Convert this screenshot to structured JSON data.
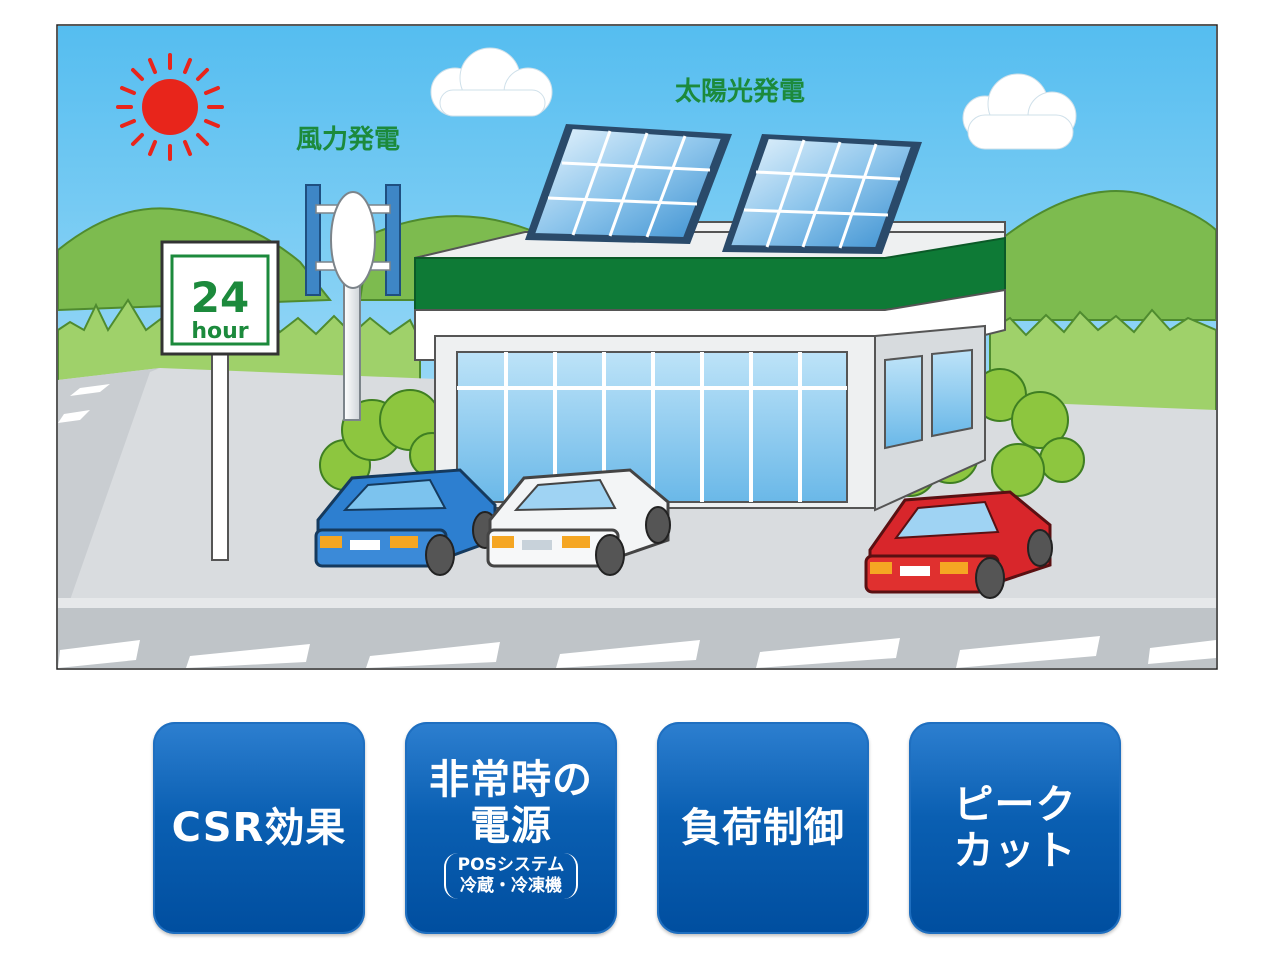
{
  "scene": {
    "labels": {
      "solar": "太陽光発電",
      "wind": "風力発電",
      "sign_number": "24",
      "sign_unit": "hour"
    },
    "colors": {
      "sky": "#5ec2ef",
      "label_green": "#1c8a3c",
      "store_green": "#0e7a36",
      "sun": "#e8251b"
    }
  },
  "buttons": [
    {
      "label": "CSR効果"
    },
    {
      "label_line1": "非常時の",
      "label_line2": "電源",
      "sub_line1": "POSシステム",
      "sub_line2": "冷蔵・冷凍機"
    },
    {
      "label": "負荷制御"
    },
    {
      "label_line1": "ピーク",
      "label_line2": "カット"
    }
  ],
  "button_colors": {
    "fill": "#0a5fb2",
    "text": "#ffffff"
  }
}
